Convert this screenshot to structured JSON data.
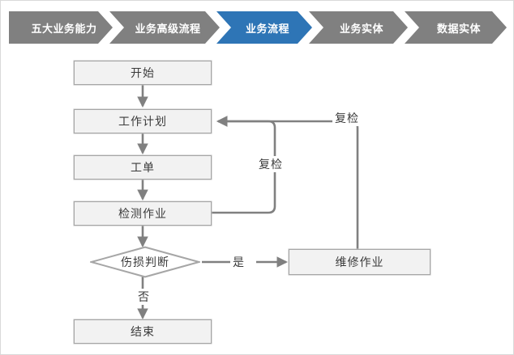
{
  "breadcrumb": {
    "items": [
      {
        "label": "五大业务能力",
        "state": "inactive"
      },
      {
        "label": "业务高级流程",
        "state": "inactive"
      },
      {
        "label": "业务流程",
        "state": "active"
      },
      {
        "label": "业务实体",
        "state": "inactive"
      },
      {
        "label": "数据实体",
        "state": "inactive"
      }
    ],
    "colors": {
      "inactive_bg": "#808080",
      "active_bg": "#2E75B6",
      "text": "#FFFFFF"
    }
  },
  "flowchart": {
    "title": "业务流程",
    "colors": {
      "node_fill": "#F2F2F2",
      "node_border": "#A6A6A6",
      "connector": "#808080",
      "text": "#3B3B3B",
      "canvas_bg": "#FFFFFF"
    },
    "nodes": [
      {
        "id": "start",
        "label": "开始",
        "shape": "rect"
      },
      {
        "id": "workplan",
        "label": "工作计划",
        "shape": "rect"
      },
      {
        "id": "workorder",
        "label": "工单",
        "shape": "rect"
      },
      {
        "id": "inspect",
        "label": "检测作业",
        "shape": "rect"
      },
      {
        "id": "judge",
        "label": "伤损判断",
        "shape": "diamond"
      },
      {
        "id": "repair",
        "label": "维修作业",
        "shape": "rect"
      },
      {
        "id": "end",
        "label": "结束",
        "shape": "rect"
      }
    ],
    "edge_labels": [
      {
        "id": "recheck-inner",
        "label": "复检"
      },
      {
        "id": "recheck-outer",
        "label": "复检"
      },
      {
        "id": "yes",
        "label": "是"
      },
      {
        "id": "no",
        "label": "否"
      }
    ],
    "edges": [
      {
        "from": "start",
        "to": "workplan",
        "label": ""
      },
      {
        "from": "workplan",
        "to": "workorder",
        "label": ""
      },
      {
        "from": "workorder",
        "to": "inspect",
        "label": ""
      },
      {
        "from": "inspect",
        "to": "judge",
        "label": ""
      },
      {
        "from": "inspect",
        "to": "workplan",
        "label": "复检"
      },
      {
        "from": "judge",
        "to": "repair",
        "label": "是"
      },
      {
        "from": "judge",
        "to": "end",
        "label": "否"
      },
      {
        "from": "repair",
        "to": "workplan",
        "label": "复检"
      }
    ]
  }
}
